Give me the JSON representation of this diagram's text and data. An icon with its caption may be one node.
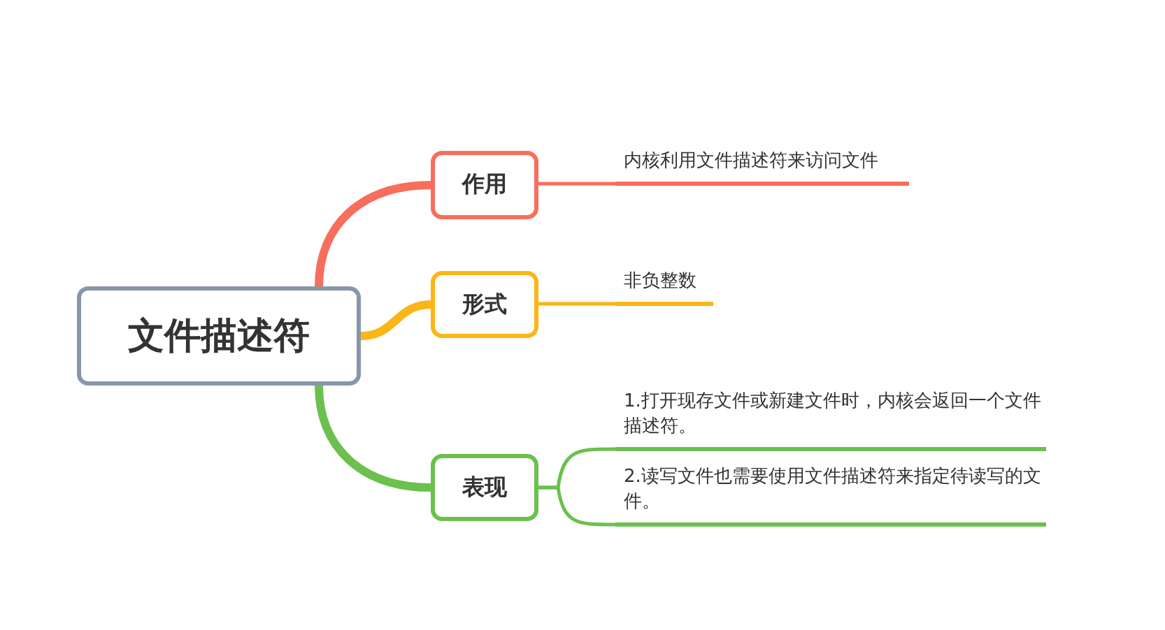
{
  "diagram": {
    "nodes": [
      {
        "text": [
          "文件描述符"
        ]
      },
      {
        "text": [
          "作用"
        ]
      },
      {
        "text": [
          "形式"
        ]
      },
      {
        "text": [
          "表现"
        ]
      },
      {
        "text": [
          "内核利用文件描述符来访问文件"
        ]
      },
      {
        "text": [
          "非负整数"
        ]
      },
      {
        "text": [
          "1.打开现存文件或新建文件时，内核会返回一个文件描述符。"
        ]
      },
      {
        "text": [
          "2.读写文件也需要使用文件描述符来指定待读写的文件。"
        ]
      }
    ],
    "edges": [
      {
        "from": 0,
        "to": 1,
        "arrow": "none",
        "style": "thick",
        "color": "#f86e5c"
      },
      {
        "from": 0,
        "to": 2,
        "arrow": "none",
        "style": "thick",
        "color": "#fbb516"
      },
      {
        "from": 0,
        "to": 3,
        "arrow": "none",
        "style": "thick",
        "color": "#6cc04e"
      },
      {
        "from": 1,
        "to": 4,
        "arrow": "none",
        "color": "#f86e5c"
      },
      {
        "from": 2,
        "to": 5,
        "arrow": "none",
        "color": "#fbb516"
      },
      {
        "from": 3,
        "to": 6,
        "arrow": "none",
        "color": "#6cc04e"
      },
      {
        "from": 3,
        "to": 7,
        "arrow": "none",
        "color": "#6cc04e"
      }
    ]
  }
}
